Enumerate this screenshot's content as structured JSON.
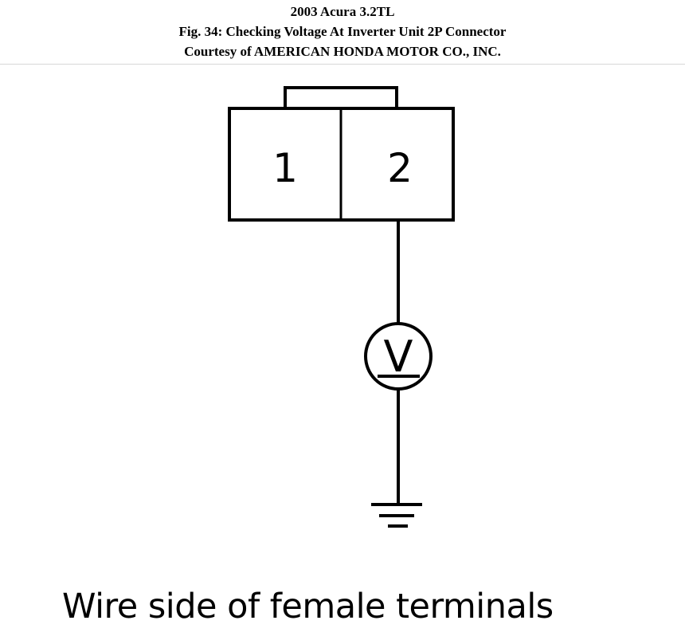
{
  "header": {
    "vehicle": "2003 Acura 3.2TL",
    "figure_title": "Fig. 34: Checking Voltage At Inverter Unit 2P Connector",
    "courtesy": "Courtesy of AMERICAN HONDA MOTOR CO., INC."
  },
  "diagram": {
    "terminal_1_label": "1",
    "terminal_2_label": "2",
    "meter_symbol": "V",
    "caption": "Wire side of female terminals"
  }
}
